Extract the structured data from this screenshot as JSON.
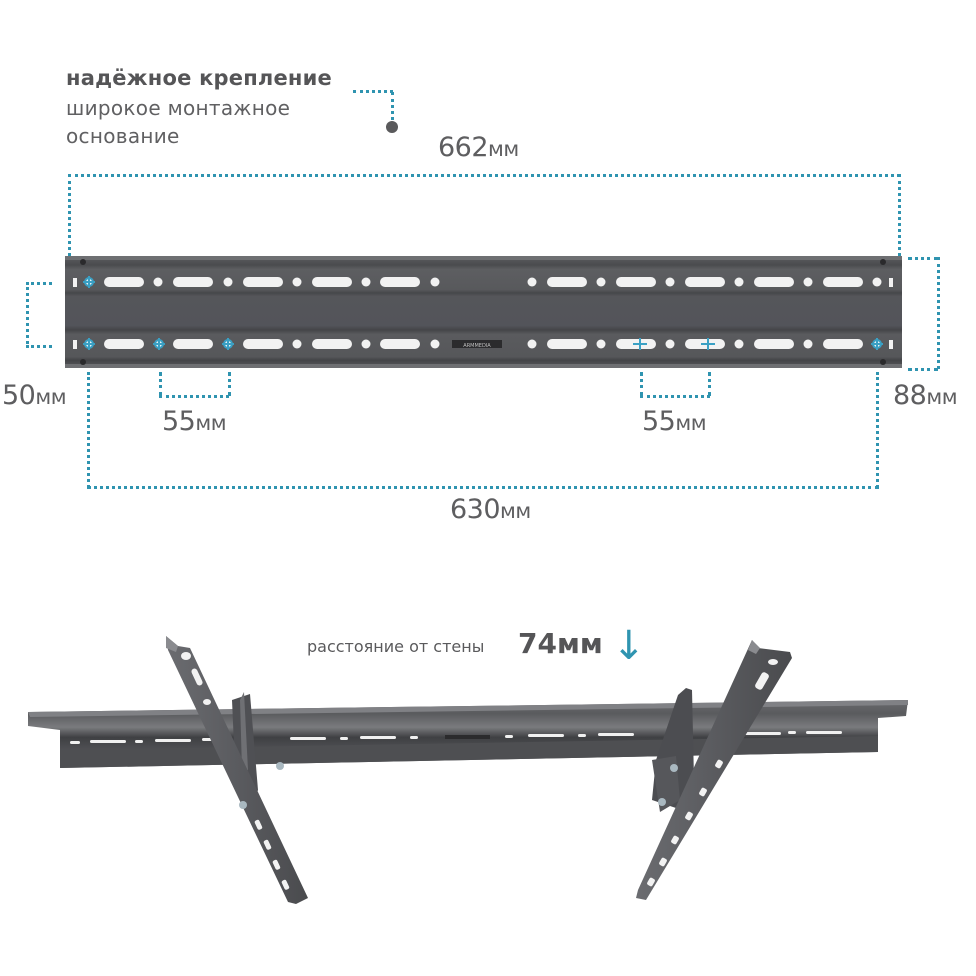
{
  "feature": {
    "title": "надёжное крепление",
    "description_line1": "широкое монтажное",
    "description_line2": "основание"
  },
  "dimensions": {
    "plate_width": {
      "value": "662",
      "unit": "мм"
    },
    "hole_spacing_width": {
      "value": "630",
      "unit": "мм"
    },
    "row_spacing_left": {
      "value": "50",
      "unit": "мм"
    },
    "plate_height_right": {
      "value": "88",
      "unit": "мм"
    },
    "hole_pitch_left": {
      "value": "55",
      "unit": "мм"
    },
    "hole_pitch_right": {
      "value": "55",
      "unit": "мм"
    }
  },
  "wall_distance": {
    "label": "расстояние от стены",
    "value": "74мм",
    "icon": "arrow-down-icon"
  },
  "product": {
    "brand_plate_text": "ARM MEDIA"
  },
  "colors": {
    "accent": "#2f94b0",
    "metal": "#545557",
    "text": "#5e5e60"
  }
}
